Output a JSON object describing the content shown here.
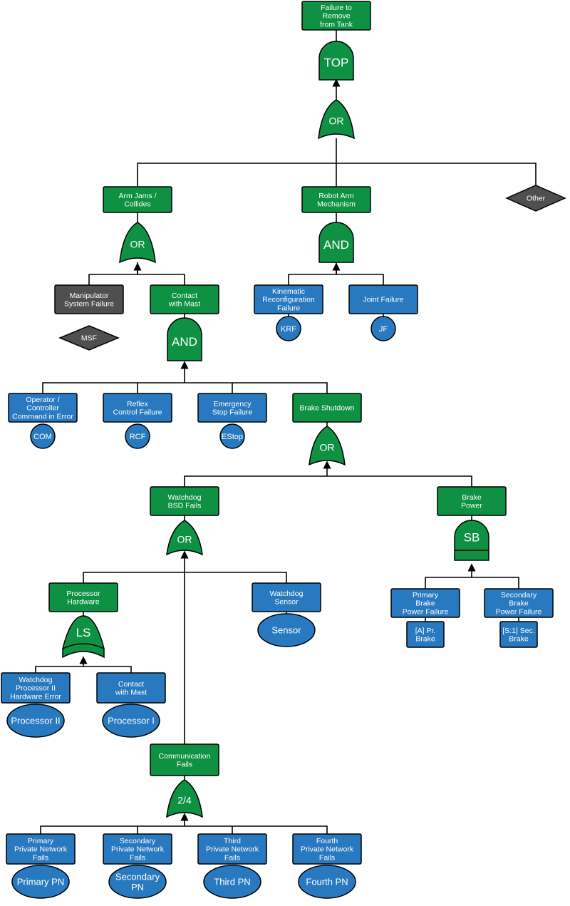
{
  "colors": {
    "event": "#0e9142",
    "basic": "#2879bf",
    "undeveloped": "#4f4f4f",
    "line": "#000000",
    "text": "#ffffff"
  },
  "events": {
    "top": "Failure to\nRemove\nfrom Tank",
    "arm_jams": "Arm Jams /\nCollides",
    "robot_arm": "Robot Arm\nMechanism",
    "other": "Other",
    "manipulator": "Manipulator\nSystem Failure",
    "msf": "MSF",
    "contact_mast": "Contact\nwith Mast",
    "kinematic": "Kinematic\nReconfiguration\nFailure",
    "joint": "Joint Failure",
    "operator": "Operator /\nController\nCommand in Error",
    "reflex": "Reflex\nControl Failure",
    "emergency": "Emergency\nStop Failure",
    "brake_shutdown": "Brake Shutdown",
    "watchdog_bsd": "Watchdog\nBSD Fails",
    "brake_power": "Brake\nPower",
    "processor_hw": "Processor\nHardware",
    "watchdog_sensor": "Watchdog\nSensor",
    "primary_brake": "Primary\nBrake\nPower Failure",
    "secondary_brake": "Secondary\nBrake\nPower Failure",
    "watchdog_proc2": "Watchdog\nProcessor II\nHardware Error",
    "contact_mast2": "Contact\nwith Mast",
    "communication": "Communication\nFails",
    "primary_pn": "Primary\nPrivate Network\nFails",
    "secondary_pn": "Secondary\nPrivate Network\nFails",
    "third_pn": "Third\nPrivate Network\nFails",
    "fourth_pn": "Fourth\nPrivate Network\nFails"
  },
  "gates": {
    "top": "TOP",
    "or_top": "OR",
    "or_arm": "OR",
    "and_robot": "AND",
    "and_contact": "AND",
    "or_brake": "OR",
    "or_watchdog": "OR",
    "sb": "SB",
    "ls": "LS",
    "two_of_four": "2/4"
  },
  "basics": {
    "krf": "KRF",
    "jf": "JF",
    "com": "COM",
    "rcf": "RCF",
    "estop": "EStop",
    "sensor": "Sensor",
    "proc2": "Processor II",
    "proc1": "Processor I",
    "primary_pn": "Primary PN",
    "secondary_pn": "Secondary\nPN",
    "third_pn": "Third PN",
    "fourth_pn": "Fourth PN"
  },
  "subs": {
    "pr_brake": "[A] Pr.\nBrake",
    "sec_brake": "[S:1] Sec.\nBrake"
  }
}
